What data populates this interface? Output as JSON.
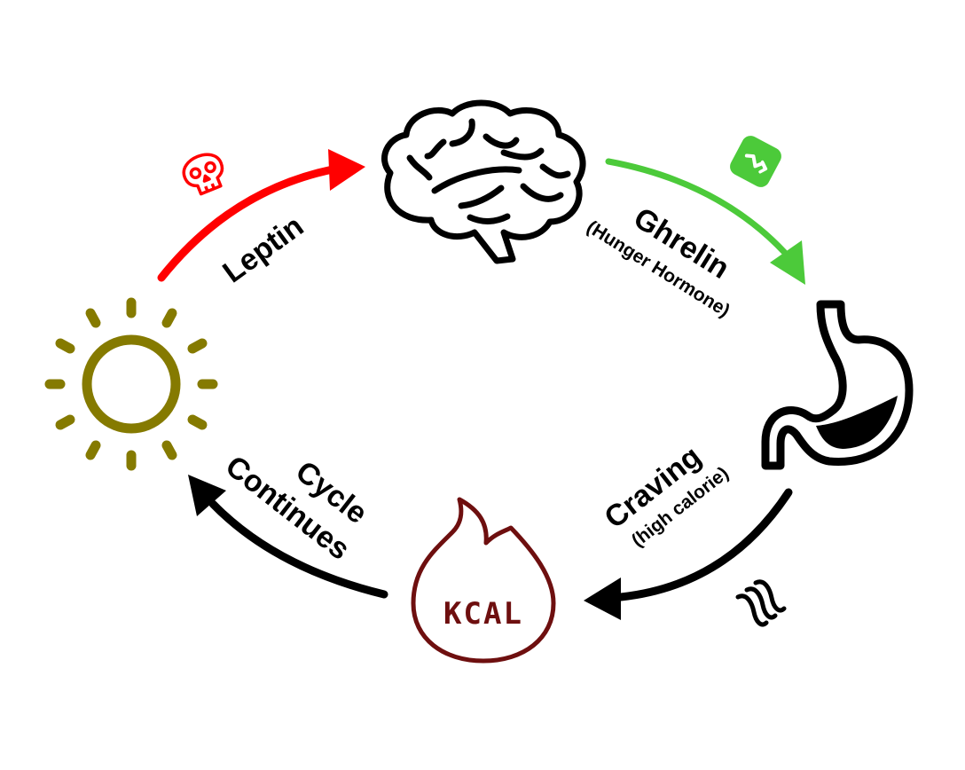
{
  "title": "Hunger hormone cycle",
  "nodes": {
    "brain": {
      "icon": "brain-icon"
    },
    "stomach": {
      "icon": "stomach-icon"
    },
    "calories": {
      "icon": "flame-icon",
      "text": "KCAL"
    },
    "sun": {
      "icon": "sun-icon"
    }
  },
  "edges": {
    "leptin": {
      "label": "Leptin",
      "badge_icon": "skull-icon"
    },
    "ghrelin": {
      "label": "Ghrelin",
      "sublabel": "(Hunger Hormone)",
      "badge_icon": "trend-up-icon"
    },
    "craving": {
      "label": "Craving",
      "sublabel": "(high calorie)",
      "badge_icon": "heat-waves-icon"
    },
    "cycle": {
      "line1": "Cycle",
      "line2": "Continues"
    }
  },
  "colors": {
    "leptin": "#ff0000",
    "ghrelin": "#4cca3a",
    "sun": "#857a00",
    "flame": "#6e0f0f",
    "ink": "#000000"
  }
}
